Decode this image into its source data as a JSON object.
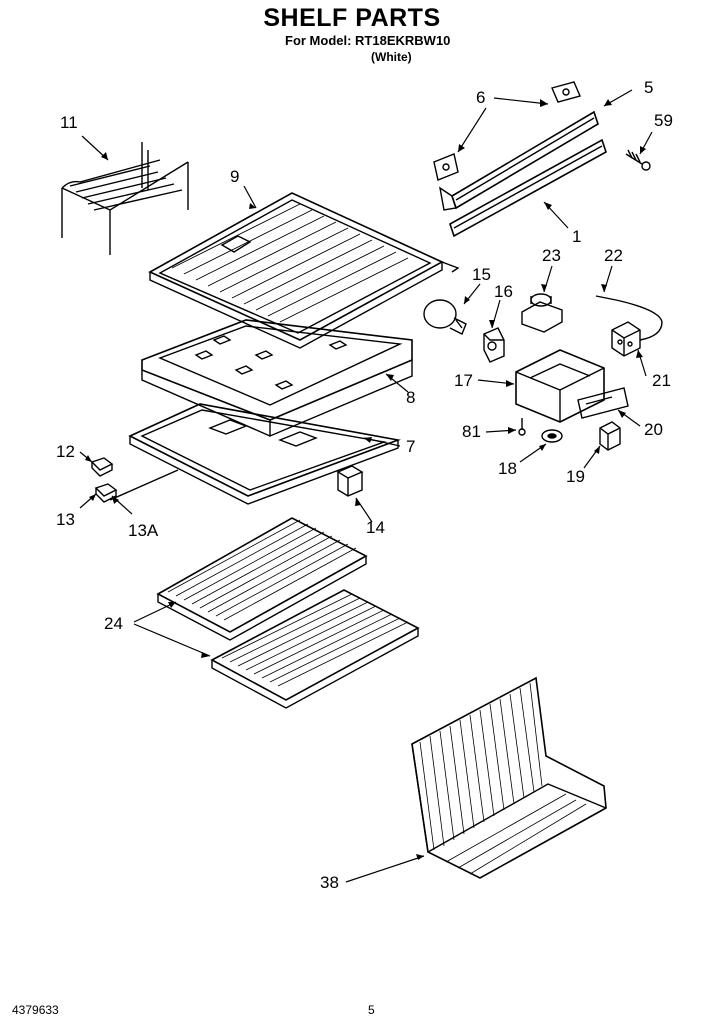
{
  "title": "SHELF PARTS",
  "model_line": "For Model: RT18EKRBW10",
  "color_line": "(White)",
  "doc_number": "4379633",
  "page_number": "5",
  "callouts": {
    "c11": "11",
    "c9": "9",
    "c6": "6",
    "c5": "5",
    "c59": "59",
    "c1": "1",
    "c23": "23",
    "c22": "22",
    "c15": "15",
    "c16": "16",
    "c8": "8",
    "c17": "17",
    "c21": "21",
    "c12": "12",
    "c7": "7",
    "c81": "81",
    "c20": "20",
    "c18": "18",
    "c19": "19",
    "c13": "13",
    "c13a": "13A",
    "c14": "14",
    "c24": "24",
    "c38": "38"
  }
}
